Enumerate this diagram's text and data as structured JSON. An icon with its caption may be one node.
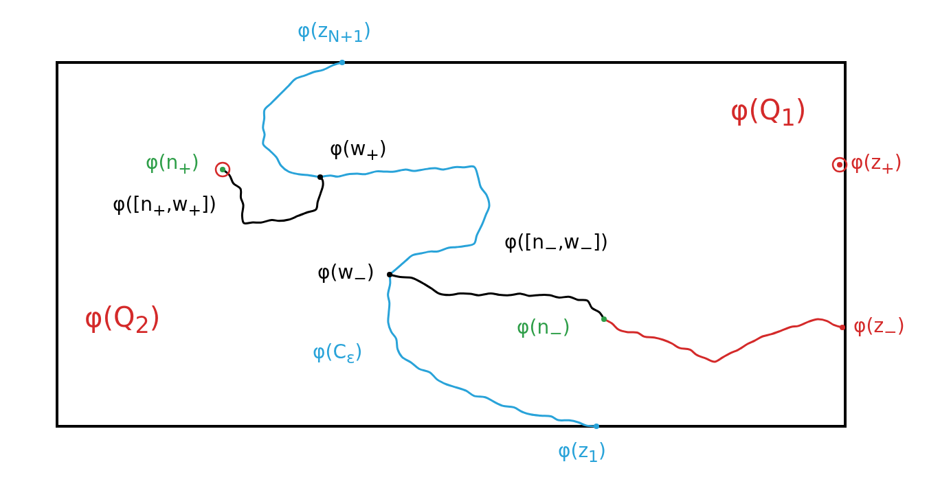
{
  "diagram": {
    "nodes": [
      {
        "text": [
          "φ(z$_{N+1}$)"
        ]
      },
      {
        "text": [
          "φ(w$_{+}$)"
        ]
      },
      {
        "text": [
          "φ(n$_{+}$)"
        ]
      },
      {
        "text": [
          "φ(z$_{+}$)"
        ]
      },
      {
        "text": [
          "φ(w$_{−}$)"
        ]
      },
      {
        "text": [
          "φ(n$_{−}$)"
        ]
      },
      {
        "text": [
          "φ(z$_{−}$)"
        ]
      },
      {
        "text": [
          "φ(z$_{1}$)"
        ]
      }
    ],
    "edges": [
      {
        "from": 0,
        "to": 1,
        "arrow": "none"
      },
      {
        "from": 1,
        "to": 4,
        "arrow": "none"
      },
      {
        "from": 4,
        "to": 7,
        "arrow": "none",
        "label": "φ(C$_{ε}$)"
      },
      {
        "from": 2,
        "to": 1,
        "arrow": "none",
        "label": "φ([n$_{+}$,w$_{+}$])",
        "color": "#000000"
      },
      {
        "from": 5,
        "to": 4,
        "arrow": "none",
        "label": "φ([n$_{−}$,w$_{−}$])",
        "color": "#000000"
      },
      {
        "from": 5,
        "to": 6,
        "arrow": "none",
        "color": "#d42a2a"
      }
    ],
    "labels": [
      "φ(Q$_{1}$)",
      "φ(Q$_{2}$)"
    ]
  }
}
